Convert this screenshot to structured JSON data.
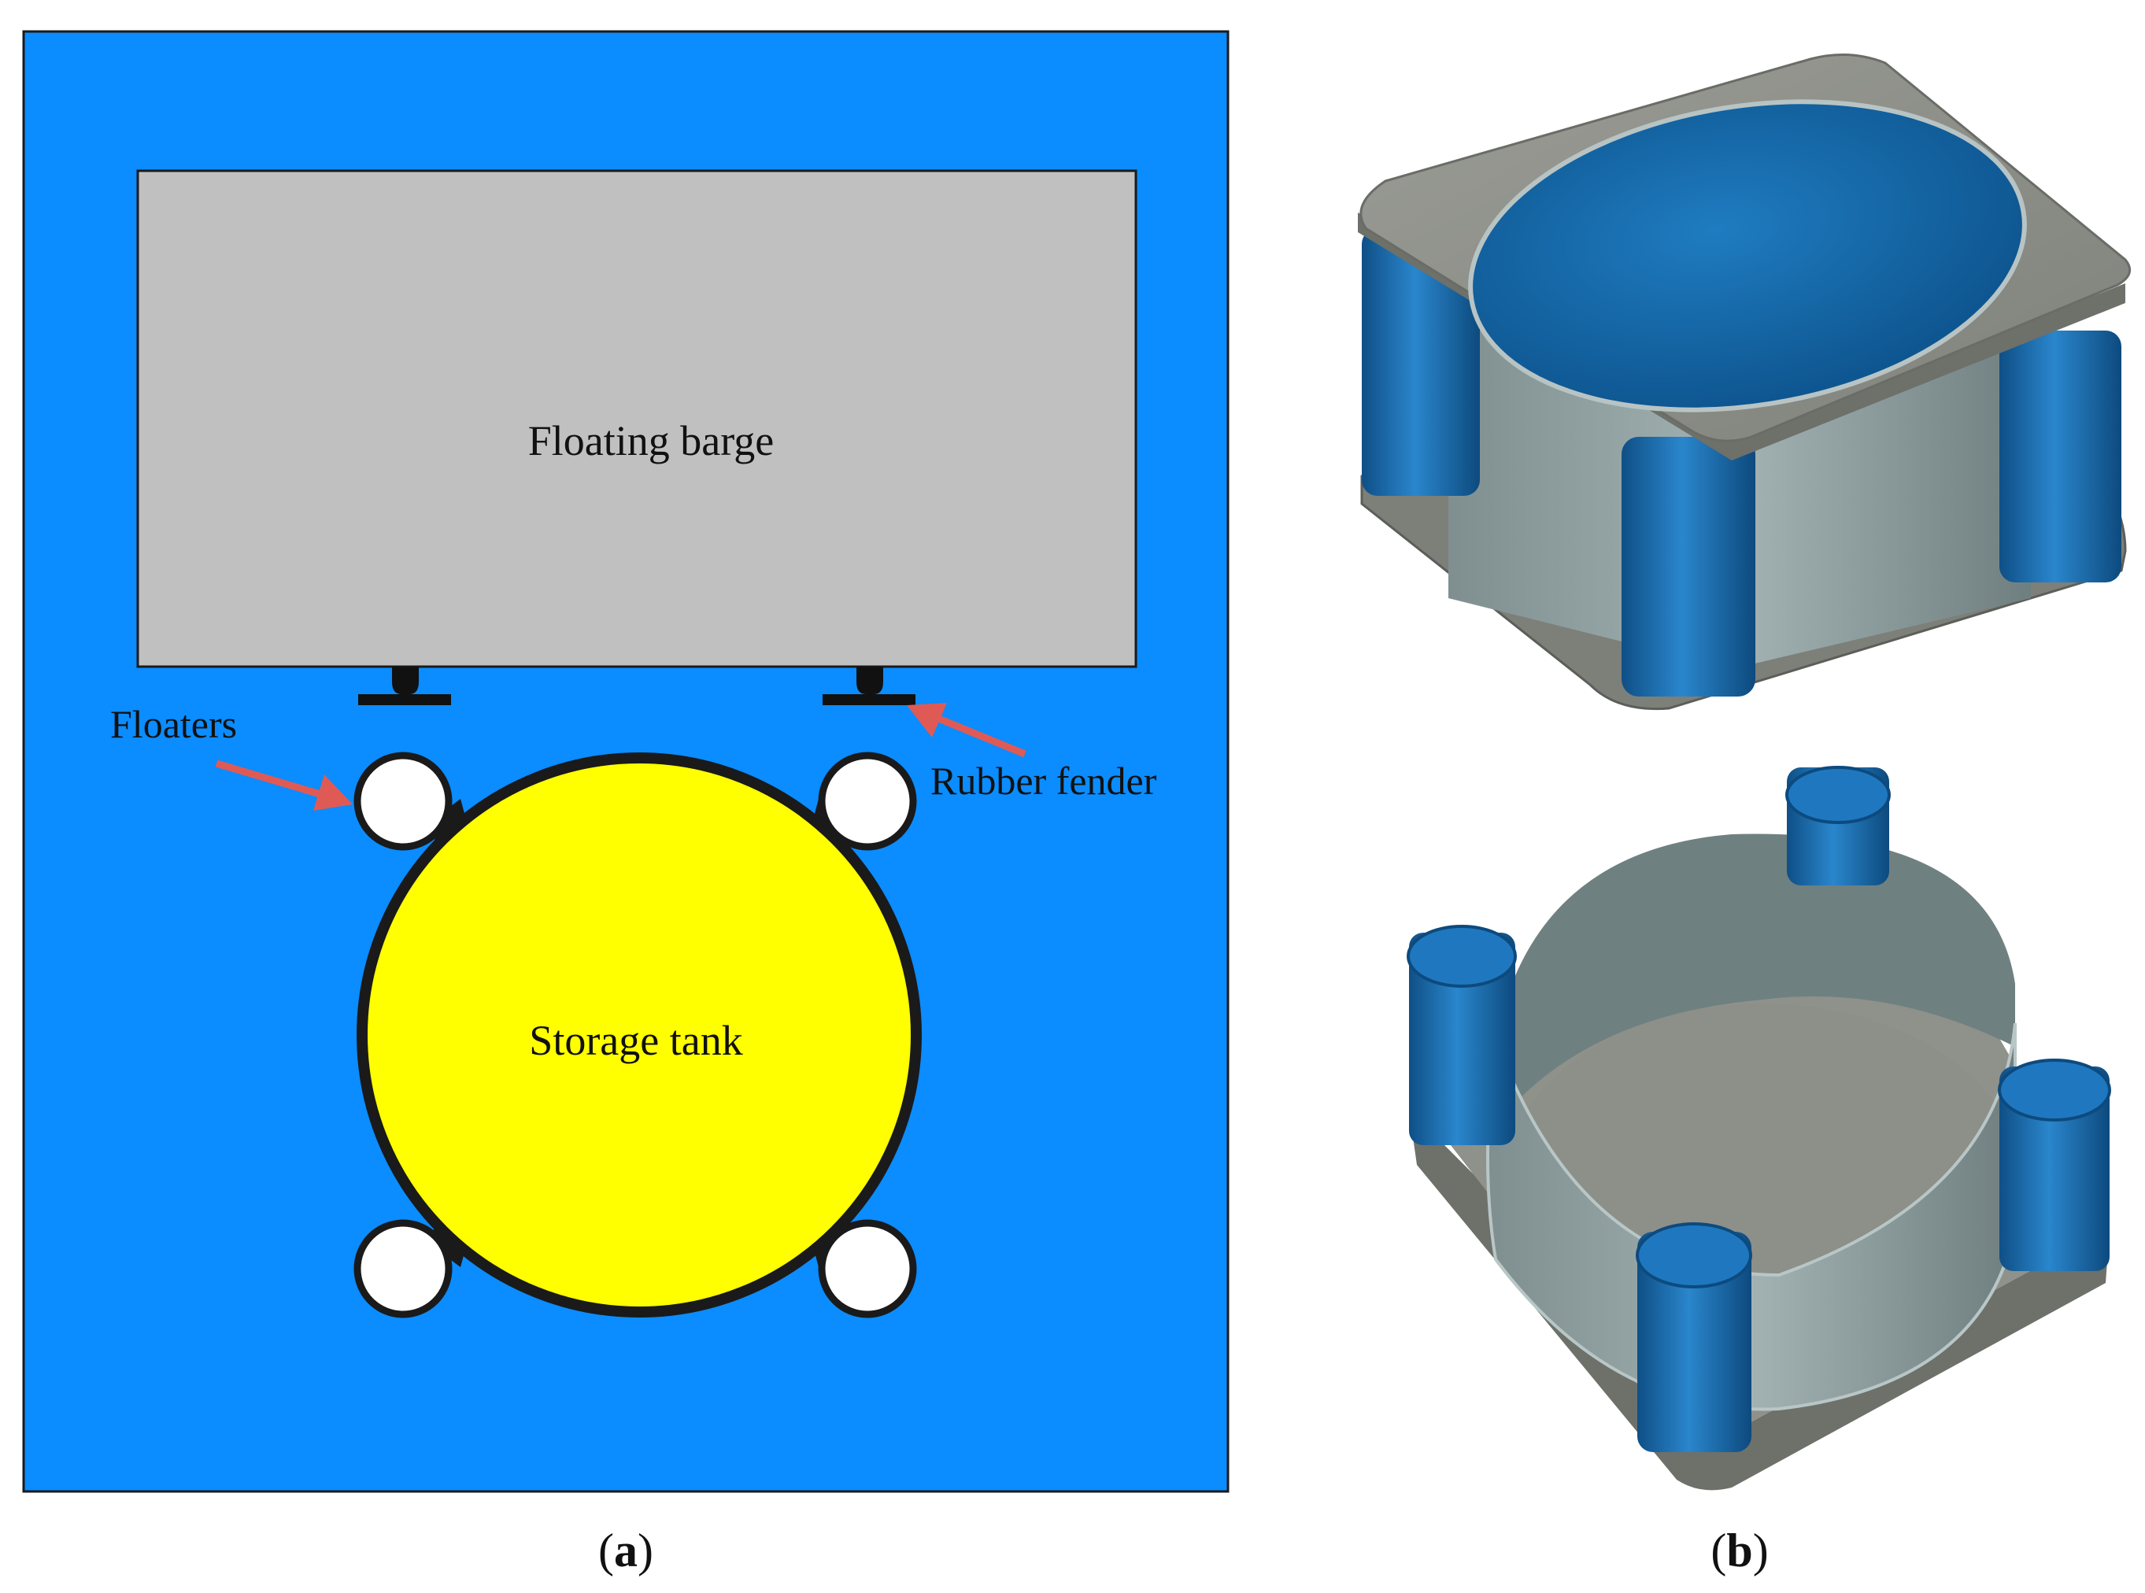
{
  "panel_a": {
    "barge_label": "Floating barge",
    "tank_label": "Storage tank",
    "floaters_label": "Floaters",
    "fender_label": "Rubber fender",
    "caption_open": "(",
    "caption_letter": "a",
    "caption_close": ")"
  },
  "panel_b": {
    "caption_open": "(",
    "caption_letter": "b",
    "caption_close": ")"
  },
  "colors": {
    "water": "#0b8cff",
    "barge": "#c0c0c0",
    "tank": "#ffff00",
    "floater": "#ffffff",
    "arrow": "#e05a55",
    "model_blue": "#1a6fae",
    "concrete": "#8e9089"
  }
}
